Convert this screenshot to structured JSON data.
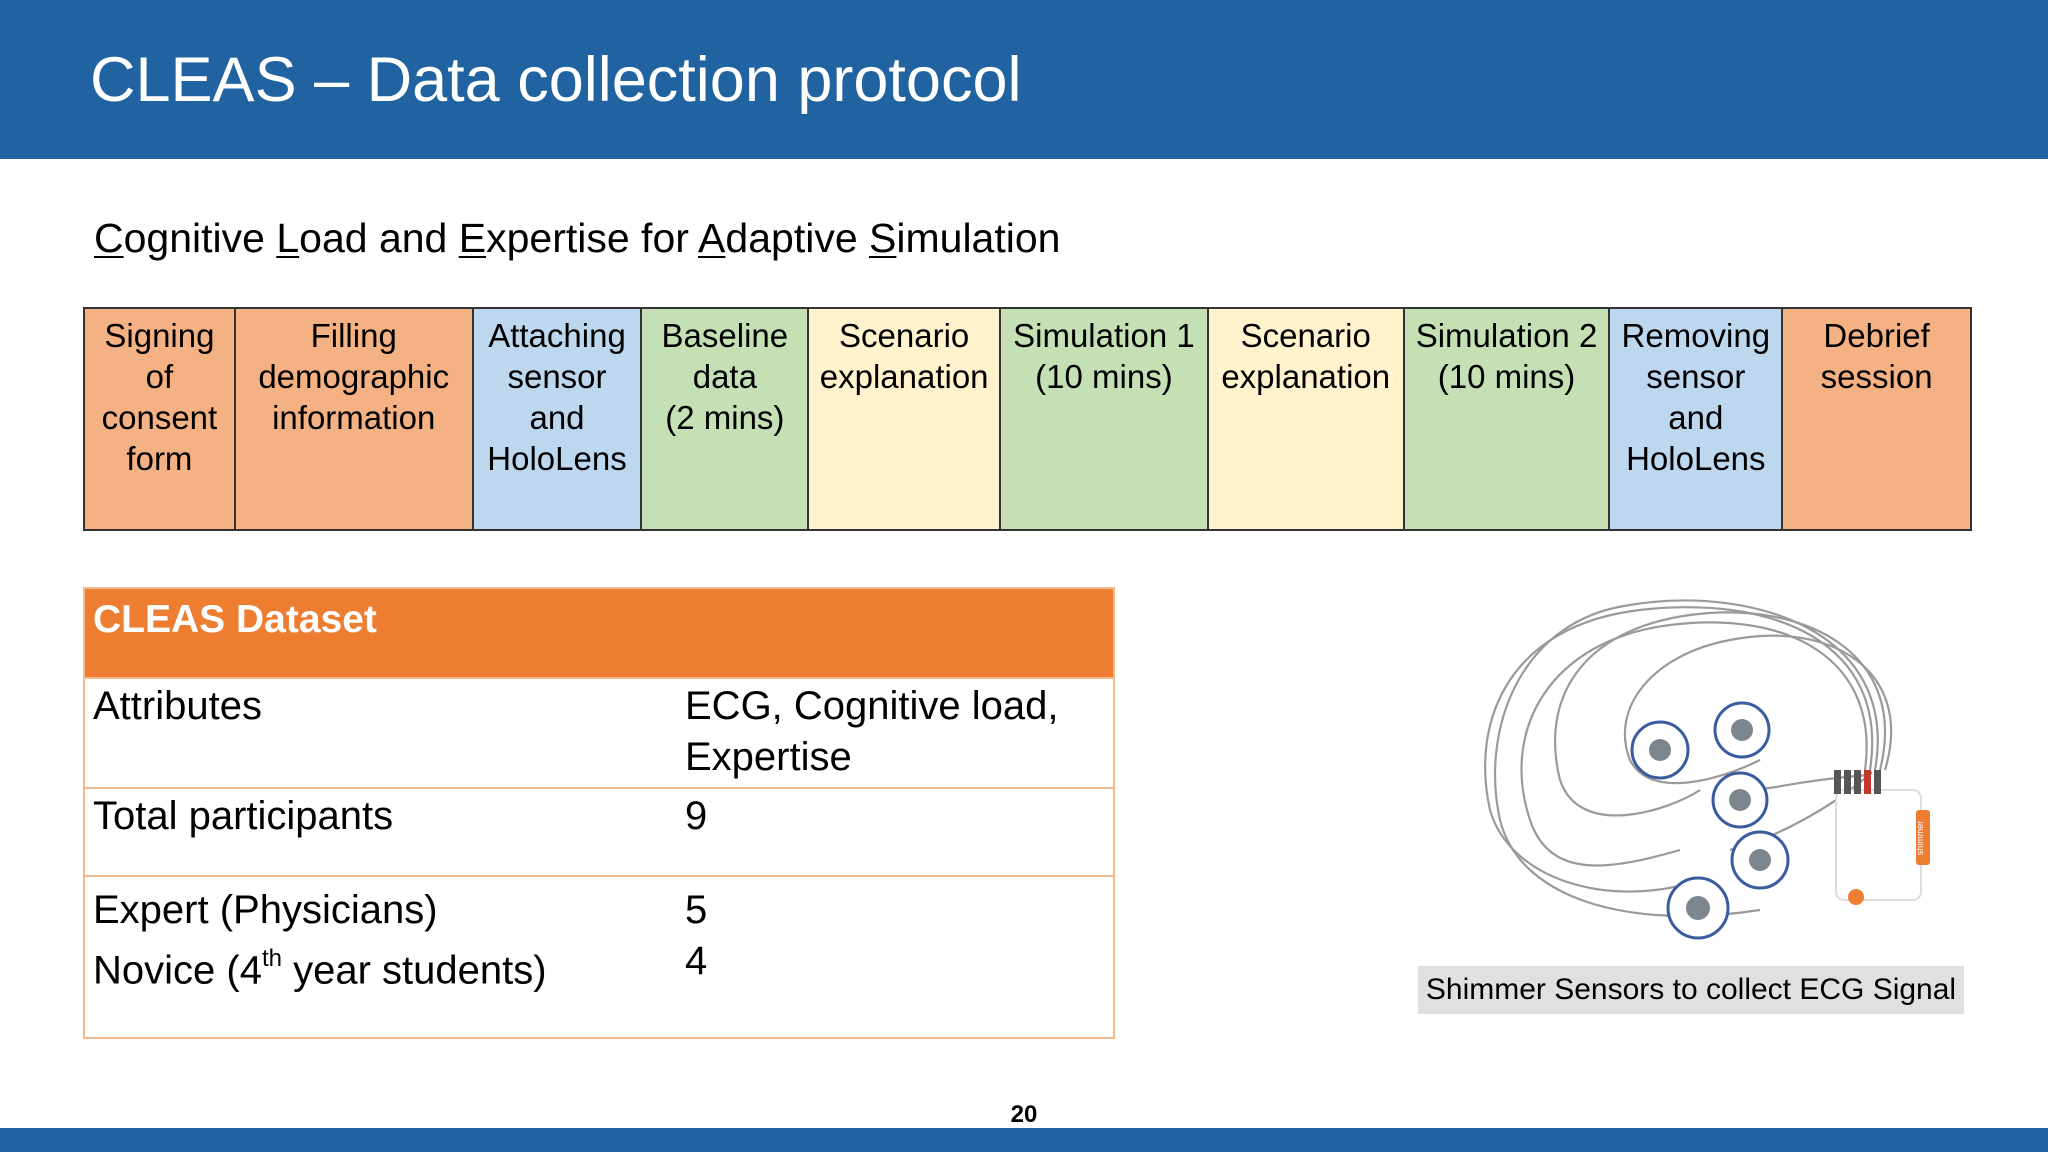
{
  "slide": {
    "title": "CLEAS – Data collection protocol",
    "subtitle_parts": [
      {
        "u": "C",
        "rest": "ognitive "
      },
      {
        "u": "L",
        "rest": "oad and "
      },
      {
        "u": "E",
        "rest": "xpertise for "
      },
      {
        "u": "A",
        "rest": "daptive "
      },
      {
        "u": "S",
        "rest": "imulation"
      }
    ],
    "page_number": "20"
  },
  "timeline": [
    {
      "label": "Signing\nof\nconsent\nform",
      "color": "#F4B183"
    },
    {
      "label": "Filling\ndemographic\ninformation",
      "color": "#F4B183"
    },
    {
      "label": "Attaching\nsensor\nand\nHoloLens",
      "color": "#BDD7EE"
    },
    {
      "label": "Baseline\ndata\n(2 mins)",
      "color": "#C5E0B4"
    },
    {
      "label": "Scenario\nexplanation",
      "color": "#FFF2CC"
    },
    {
      "label": "Simulation 1\n(10 mins)",
      "color": "#C5E0B4"
    },
    {
      "label": "Scenario\nexplanation",
      "color": "#FFF2CC"
    },
    {
      "label": "Simulation 2\n(10 mins)",
      "color": "#C5E0B4"
    },
    {
      "label": "Removing\nsensor\nand\nHoloLens",
      "color": "#BDD7EE"
    },
    {
      "label": "Debrief\nsession",
      "color": "#F4B183"
    }
  ],
  "dataset": {
    "title": "CLEAS Dataset",
    "attributes_label": "Attributes",
    "attributes_value_line1": "ECG, Cognitive load,",
    "attributes_value_line2": "Expertise",
    "participants_label": "Total participants",
    "participants_value": "9",
    "expert_label": "Expert (Physicians)",
    "expert_value": "5",
    "novice_label_pre": "Novice (4",
    "novice_label_sup": "th",
    "novice_label_post": " year students)",
    "novice_value": "4"
  },
  "image": {
    "device_label": "shimmer",
    "caption": "Shimmer Sensors to collect ECG Signal"
  }
}
